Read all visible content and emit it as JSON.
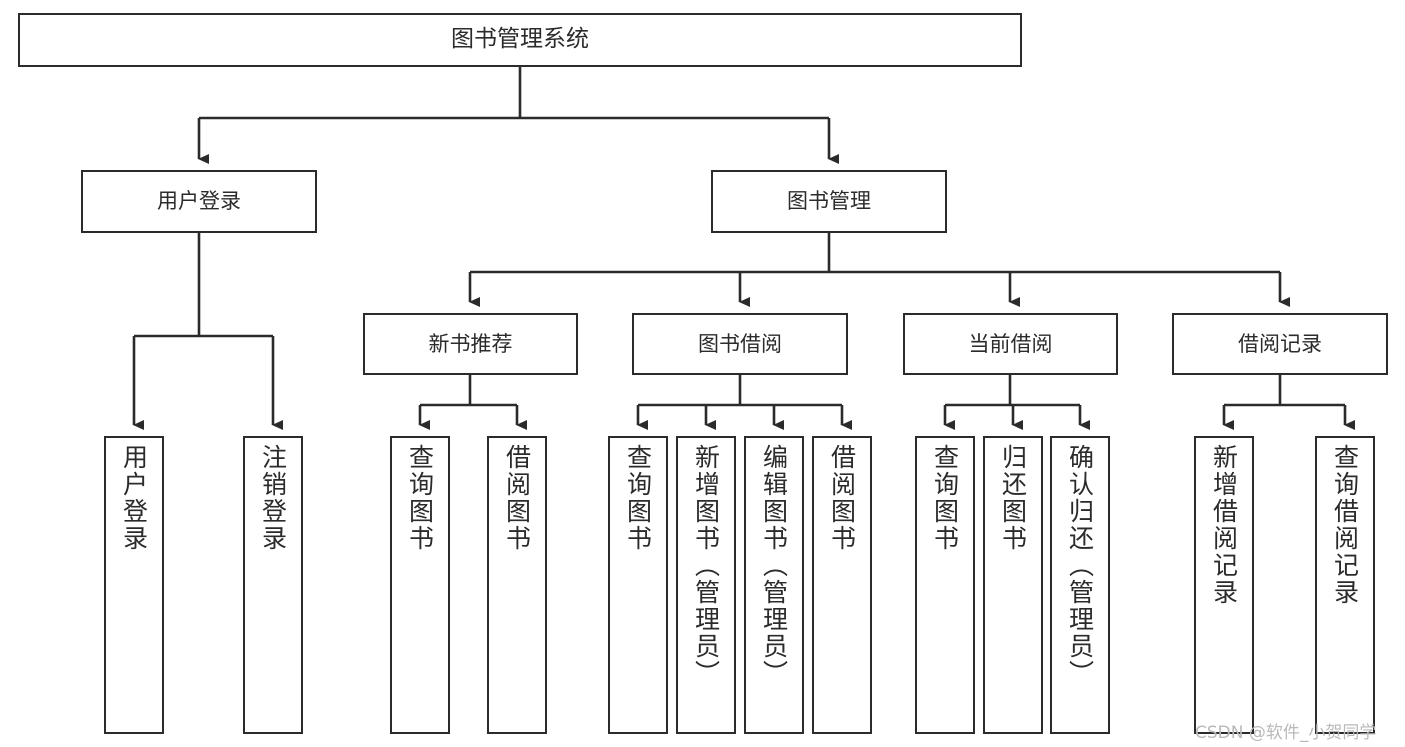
{
  "diagram": {
    "type": "tree-hierarchy-chart",
    "root": {
      "label": "图书管理系统"
    },
    "level2": [
      {
        "label": "用户登录"
      },
      {
        "label": "图书管理"
      }
    ],
    "level3": [
      {
        "label": "新书推荐"
      },
      {
        "label": "图书借阅"
      },
      {
        "label": "当前借阅"
      },
      {
        "label": "借阅记录"
      }
    ],
    "leaves": {
      "user_login": [
        {
          "label": "用户登录"
        },
        {
          "label": "注销登录"
        }
      ],
      "new_book_recommend": [
        {
          "label": "查询图书"
        },
        {
          "label": "借阅图书"
        }
      ],
      "book_borrow": [
        {
          "label": "查询图书"
        },
        {
          "label": "新增图书（管理员）"
        },
        {
          "label": "编辑图书（管理员）"
        },
        {
          "label": "借阅图书"
        }
      ],
      "current_borrow": [
        {
          "label": "查询图书"
        },
        {
          "label": "归还图书"
        },
        {
          "label": "确认归还（管理员）"
        }
      ],
      "borrow_record": [
        {
          "label": "新增借阅记录"
        },
        {
          "label": "查询借阅记录"
        }
      ]
    }
  },
  "watermark": {
    "text": "CSDN @软件_小贺同学"
  },
  "colors": {
    "line": "#2b2b2b",
    "box_fill": "#ffffff",
    "text": "#2b2b2b",
    "watermark": "#b9b9b9",
    "background": "#ffffff"
  }
}
